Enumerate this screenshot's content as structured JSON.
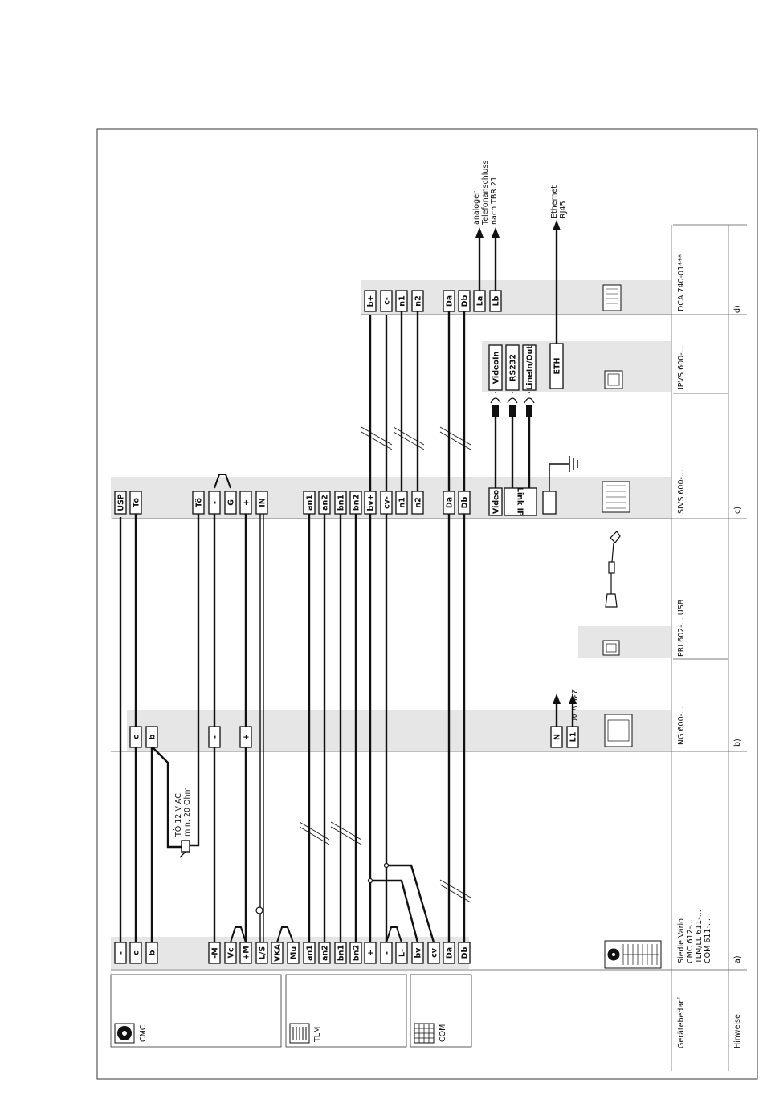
{
  "header": {
    "geraetebedarf": "Gerätebedarf",
    "hinweise": "Hinweise"
  },
  "modules": {
    "cmc": "CMC",
    "tlm": "TLM",
    "com": "COM"
  },
  "columns": [
    {
      "letter": "a)",
      "device_lines": [
        "Siedle Vario",
        "CMC 612-...",
        "TLM/LL 611-...",
        "COM 611-..."
      ]
    },
    {
      "letter": "b)",
      "device_lines": [
        "NG 600-..."
      ]
    },
    {
      "letter": "",
      "device_lines": [
        "PRI 602-... USB"
      ]
    },
    {
      "letter": "c)",
      "device_lines": [
        "SIVS 600-..."
      ]
    },
    {
      "letter": "",
      "device_lines": [
        "IPVS 600-..."
      ]
    },
    {
      "letter": "d)",
      "device_lines": [
        "DCA 740-01***"
      ]
    }
  ],
  "vario_terminals": [
    "-",
    "c",
    "b",
    "-M",
    "Vc",
    "+M",
    "L/S",
    "VKA",
    "Mu",
    "an1",
    "an2",
    "bn1",
    "bn2",
    "+",
    "-",
    "L-",
    "bv",
    "cv",
    "Da",
    "Db"
  ],
  "ng_terminals": [
    "c",
    "b",
    "-",
    "+",
    "N",
    "L1"
  ],
  "ng_power": "230 V AC",
  "sivs_terminals": [
    "USP",
    "Tö",
    "Tö",
    "-",
    "G",
    "+",
    "IN",
    "an1",
    "an2",
    "bn1",
    "bn2",
    "bv+",
    "cv-",
    "n1",
    "n2",
    "Da",
    "Db"
  ],
  "sivs_lower": [
    "Video",
    "Link IP"
  ],
  "ipvs_terminals": [
    "VideoIn",
    "RS232",
    "LineIn/Out",
    "ETH"
  ],
  "dca_terminals": [
    "b+",
    "c-",
    "n1",
    "n2",
    "Da",
    "Db",
    "La",
    "Lb"
  ],
  "door_opener": [
    "TÖ 12 V AC",
    "min. 20 Ohm"
  ],
  "phone_note": [
    "analoger",
    "Telefonanschluss",
    "nach TBR 21"
  ],
  "ethernet_note": [
    "Ethernet",
    "RJ45"
  ]
}
